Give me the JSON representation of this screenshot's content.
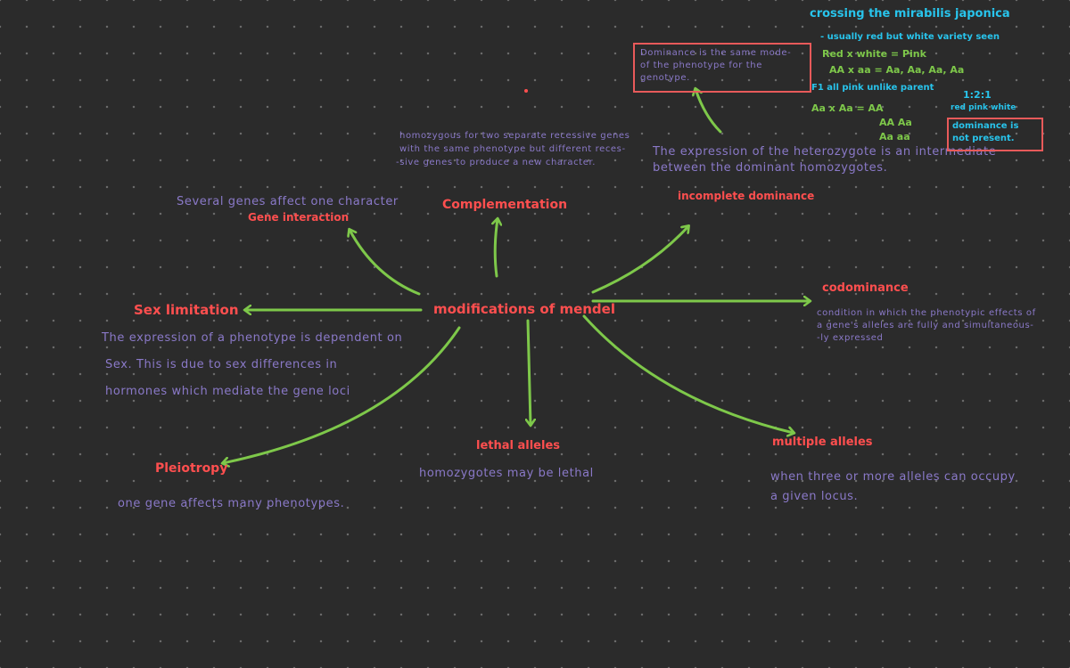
{
  "center": "modifications of mendel",
  "nodes": {
    "gene_interaction": {
      "desc": "Several genes affect one character",
      "label": "Gene interaction"
    },
    "complementation": {
      "label": "Complementation"
    },
    "incomplete_dominance": {
      "label": "incomplete dominance"
    },
    "codominance": {
      "label": "codominance",
      "desc": [
        "condition in which the phenotypic effects of",
        "a gene's alleles are fully and simultaneous-",
        "-ly expressed"
      ]
    },
    "multiple_alleles": {
      "label": "multiple alleles",
      "desc": [
        "when three or more alleles can occupy",
        "a given locus."
      ]
    },
    "lethal_alleles": {
      "label": "lethal alleles",
      "desc": "homozygotes may be lethal"
    },
    "pleiotropy": {
      "label": "Pleiotropy",
      "desc": "one gene affects many phenotypes."
    },
    "sex_limitation": {
      "label": "Sex limitation",
      "desc": [
        "The expression of a phenotype is dependent on",
        "Sex. This is due to sex differences in",
        "hormones which mediate the gene loci"
      ]
    }
  },
  "complementation_note": [
    "homozygous for two separate recessive genes",
    "with the same phenotype but different reces-",
    "-sive genes to produce a new character."
  ],
  "incomplete_note": [
    "The expression of the heterozygote is an intermediate",
    "between the dominant homozygotes."
  ],
  "boxed_note": [
    "Dominance is the same mode-",
    "of the phenotype for the",
    "genotype."
  ],
  "cross": {
    "title": "crossing the mirabilis japonica",
    "line1": "- usually red but white variety seen",
    "line2": "Red x white = Pink",
    "line3": "AA x aa = Aa, Aa, Aa, Aa",
    "line4": "F1 all pink unlike parent",
    "ratio": "1:2:1",
    "line5a": "Aa x Aa = AA",
    "line5b": "AA Aa",
    "line5c": "Aa aa",
    "ratio_label": "red pink white",
    "boxed": [
      "dominance is",
      "not present."
    ]
  },
  "colors": {
    "background": "#2b2b2b",
    "node_red": "#ff4f4f",
    "text_purple": "#8a79c8",
    "arrow_green": "#7ec84a",
    "cyan": "#28c4ec",
    "box_red": "#e85a5a"
  }
}
